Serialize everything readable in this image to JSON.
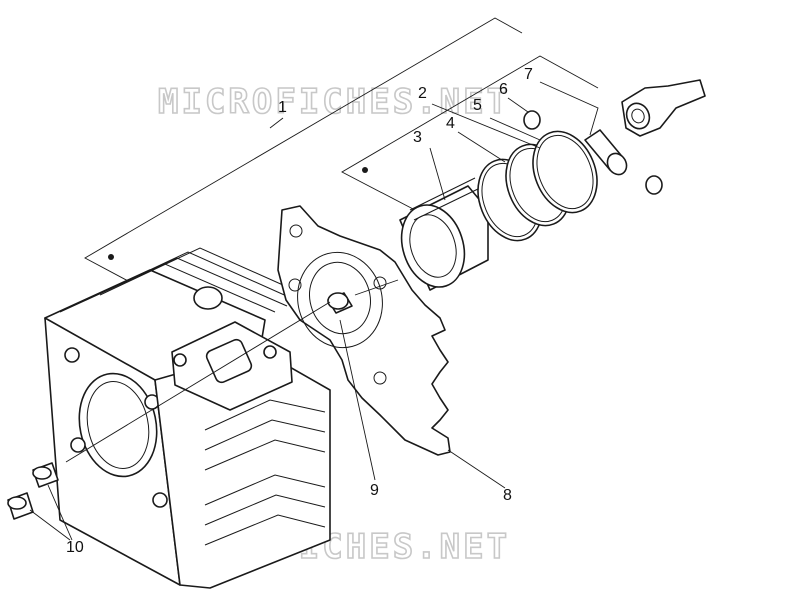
{
  "watermark": {
    "top_text": "MICROFICHES.NET",
    "bottom_text": "MICROFICHES.NET"
  },
  "callouts": {
    "c1": "1",
    "c2": "2",
    "c3": "3",
    "c4": "4",
    "c5": "5",
    "c6": "6",
    "c7": "7",
    "c8": "8",
    "c9": "9",
    "c10": "10"
  },
  "colors": {
    "line": "#1a1a1a",
    "watermark": "#c8c8c8",
    "background": "#ffffff"
  }
}
